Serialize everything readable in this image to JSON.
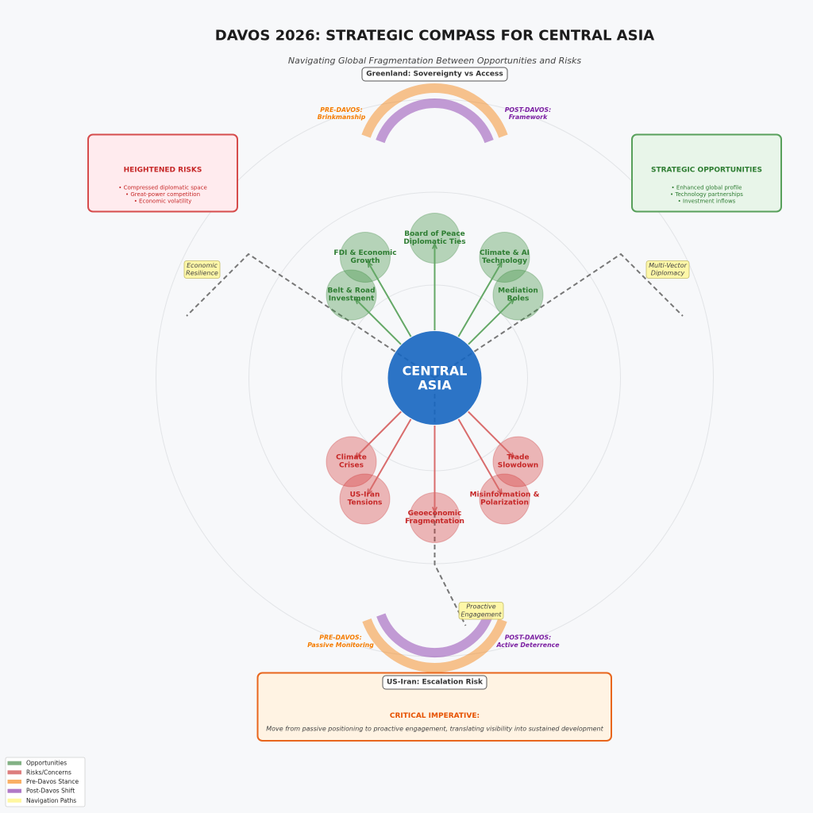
{
  "header": {
    "title": "DAVOS 2026: STRATEGIC COMPASS FOR CENTRAL ASIA",
    "subtitle": "Navigating Global Fragmentation Between Opportunities and Risks"
  },
  "theme": {
    "center_circle": "#1565C0",
    "opportunity": "#2E7D32",
    "risk": "#C62828",
    "pre_davos": "#F57C00",
    "post_davos": "#7B1FA2",
    "navigation": "#FFF59D",
    "imperative": "#E65100"
  },
  "compass": {
    "center_label": [
      "CENTRAL",
      "ASIA"
    ],
    "opportunities": [
      {
        "lines": [
          "Belt & Road",
          "Investment"
        ]
      },
      {
        "lines": [
          "FDI & Economic",
          "Growth"
        ]
      },
      {
        "lines": [
          "Board of Peace",
          "Diplomatic Ties"
        ]
      },
      {
        "lines": [
          "Climate & AI",
          "Technology"
        ]
      },
      {
        "lines": [
          "Mediation",
          "Roles"
        ]
      }
    ],
    "risks": [
      {
        "lines": [
          "Climate",
          "Crises"
        ]
      },
      {
        "lines": [
          "US-Iran",
          "Tensions"
        ]
      },
      {
        "lines": [
          "Geoeconomic",
          "Fragmentation"
        ]
      },
      {
        "lines": [
          "Misinformation &",
          "Polarization"
        ]
      },
      {
        "lines": [
          "Trade",
          "Slowdown"
        ]
      }
    ]
  },
  "scenarios": [
    {
      "label": "Greenland: Sovereignty vs Access",
      "pre_davos": {
        "heading": "PRE-DAVOS:",
        "stance": "Brinkmanship"
      },
      "post_davos": {
        "heading": "POST-DAVOS:",
        "stance": "Framework"
      }
    },
    {
      "label": "US-Iran: Escalation Risk",
      "pre_davos": {
        "heading": "PRE-DAVOS:",
        "stance": "Passive Monitoring"
      },
      "post_davos": {
        "heading": "POST-DAVOS:",
        "stance": "Active Deterrence"
      }
    }
  ],
  "panels": {
    "risks": {
      "title": "HEIGHTENED RISKS",
      "bullets": [
        "• Compressed diplomatic space",
        "• Great-power competition",
        "• Economic volatility"
      ]
    },
    "opportunities": {
      "title": "STRATEGIC OPPORTUNITIES",
      "bullets": [
        "• Enhanced global profile",
        "• Technology partnerships",
        "• Investment inflows"
      ]
    }
  },
  "navigation_paths": [
    {
      "lines": [
        "Economic",
        "Resilience"
      ]
    },
    {
      "lines": [
        "Multi-Vector",
        "Diplomacy"
      ]
    },
    {
      "lines": [
        "Proactive",
        "Engagement"
      ]
    }
  ],
  "imperative": {
    "heading": "CRITICAL IMPERATIVE:",
    "text": "Move from passive positioning to proactive engagement, translating visibility into sustained development"
  },
  "legend": {
    "items": [
      {
        "label": "Opportunities",
        "color": "#82b184"
      },
      {
        "label": "Risks/Concerns",
        "color": "#dd7e7e"
      },
      {
        "label": "Pre-Davos Stance",
        "color": "#f9b066"
      },
      {
        "label": "Post-Davos Shift",
        "color": "#b079c7"
      },
      {
        "label": "Navigation Paths",
        "color": "#fff7a0"
      }
    ]
  }
}
